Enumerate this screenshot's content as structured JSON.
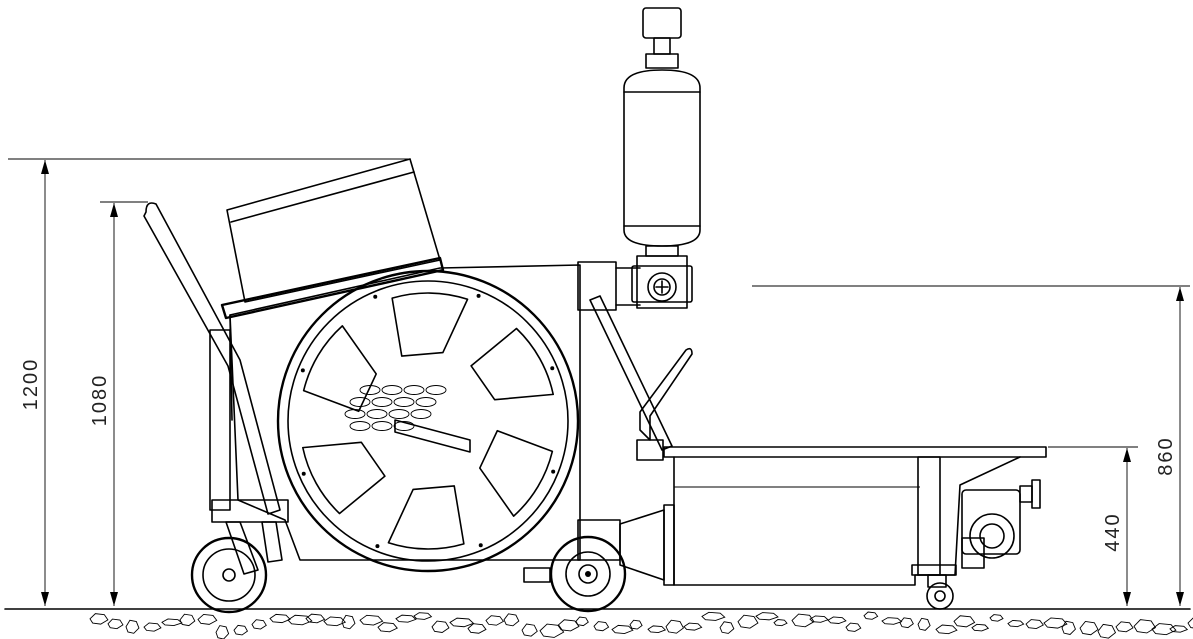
{
  "dimensions": {
    "total_height": "1200",
    "handle_height": "1080",
    "hopper_height": "860",
    "outlet_height": "440"
  },
  "colors": {
    "line": "#000000",
    "background": "#ffffff"
  }
}
